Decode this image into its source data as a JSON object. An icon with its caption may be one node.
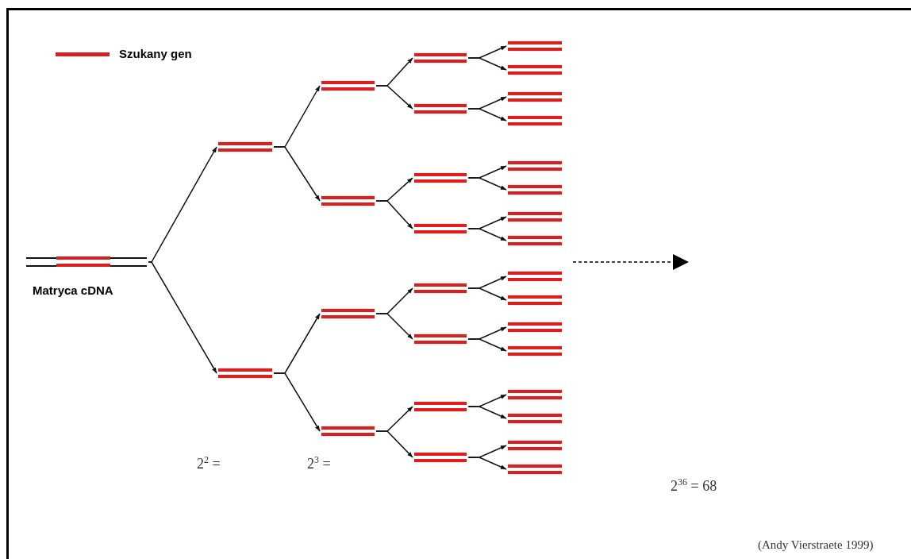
{
  "diagram": {
    "nodes": [
      {
        "text": [],
        "shape": "bar",
        "beside": [
          "Matryca cDNA"
        ]
      },
      {
        "text": [],
        "shape": "bar"
      },
      {
        "text": [],
        "shape": "bar"
      },
      {
        "text": [],
        "shape": "bar"
      },
      {
        "text": [],
        "shape": "bar"
      },
      {
        "text": [],
        "shape": "bar"
      },
      {
        "text": [],
        "shape": "bar"
      },
      {
        "text": [],
        "shape": "bar"
      },
      {
        "text": [],
        "shape": "bar"
      },
      {
        "text": [],
        "shape": "bar"
      },
      {
        "text": [],
        "shape": "bar"
      },
      {
        "text": [],
        "shape": "bar"
      },
      {
        "text": [],
        "shape": "bar"
      },
      {
        "text": [],
        "shape": "bar"
      },
      {
        "text": [],
        "shape": "bar"
      },
      {
        "text": [],
        "shape": "bar"
      },
      {
        "text": [],
        "shape": "bar"
      },
      {
        "text": [],
        "shape": "bar"
      },
      {
        "text": [],
        "shape": "bar"
      },
      {
        "text": [],
        "shape": "bar"
      },
      {
        "text": [],
        "shape": "bar"
      },
      {
        "text": [],
        "shape": "bar"
      },
      {
        "text": [],
        "shape": "bar"
      },
      {
        "text": [],
        "shape": "bar"
      },
      {
        "text": [],
        "shape": "bar"
      },
      {
        "text": [],
        "shape": "bar"
      },
      {
        "text": [],
        "shape": "bar"
      },
      {
        "text": [],
        "shape": "bar"
      },
      {
        "text": [],
        "shape": "bar"
      },
      {
        "text": [],
        "shape": "bar"
      },
      {
        "text": [],
        "shape": "bar"
      }
    ],
    "edges": [
      {
        "from": 0,
        "to": 1,
        "arrow": "to"
      },
      {
        "from": 0,
        "to": 2,
        "arrow": "to"
      },
      {
        "from": 1,
        "to": 3,
        "arrow": "to"
      },
      {
        "from": 1,
        "to": 4,
        "arrow": "to"
      },
      {
        "from": 2,
        "to": 5,
        "arrow": "to"
      },
      {
        "from": 2,
        "to": 6,
        "arrow": "to"
      },
      {
        "from": 3,
        "to": 7,
        "arrow": "to"
      },
      {
        "from": 3,
        "to": 8,
        "arrow": "to"
      },
      {
        "from": 4,
        "to": 9,
        "arrow": "to"
      },
      {
        "from": 4,
        "to": 10,
        "arrow": "to"
      },
      {
        "from": 5,
        "to": 11,
        "arrow": "to"
      },
      {
        "from": 5,
        "to": 12,
        "arrow": "to"
      },
      {
        "from": 6,
        "to": 13,
        "arrow": "to"
      },
      {
        "from": 6,
        "to": 14,
        "arrow": "to"
      },
      {
        "from": 7,
        "to": 15,
        "arrow": "to"
      },
      {
        "from": 7,
        "to": 16,
        "arrow": "to"
      },
      {
        "from": 8,
        "to": 17,
        "arrow": "to"
      },
      {
        "from": 8,
        "to": 18,
        "arrow": "to"
      },
      {
        "from": 9,
        "to": 19,
        "arrow": "to"
      },
      {
        "from": 9,
        "to": 20,
        "arrow": "to"
      },
      {
        "from": 10,
        "to": 21,
        "arrow": "to"
      },
      {
        "from": 10,
        "to": 22,
        "arrow": "to"
      },
      {
        "from": 11,
        "to": 23,
        "arrow": "to"
      },
      {
        "from": 11,
        "to": 24,
        "arrow": "to"
      },
      {
        "from": 12,
        "to": 25,
        "arrow": "to"
      },
      {
        "from": 12,
        "to": 26,
        "arrow": "to"
      },
      {
        "from": 13,
        "to": 27,
        "arrow": "to"
      },
      {
        "from": 13,
        "to": 28,
        "arrow": "to"
      },
      {
        "from": 14,
        "to": 29,
        "arrow": "to"
      },
      {
        "from": 14,
        "to": 30,
        "arrow": "to"
      }
    ],
    "labels": [
      "2$^{2}$ =",
      "2$^{3}$ =",
      "2$^{36}$ = 68",
      "(Andy Vierstraete 1999)"
    ],
    "legend": [
      {
        "text": "Szukany gen",
        "color": "#d9201f"
      }
    ]
  }
}
